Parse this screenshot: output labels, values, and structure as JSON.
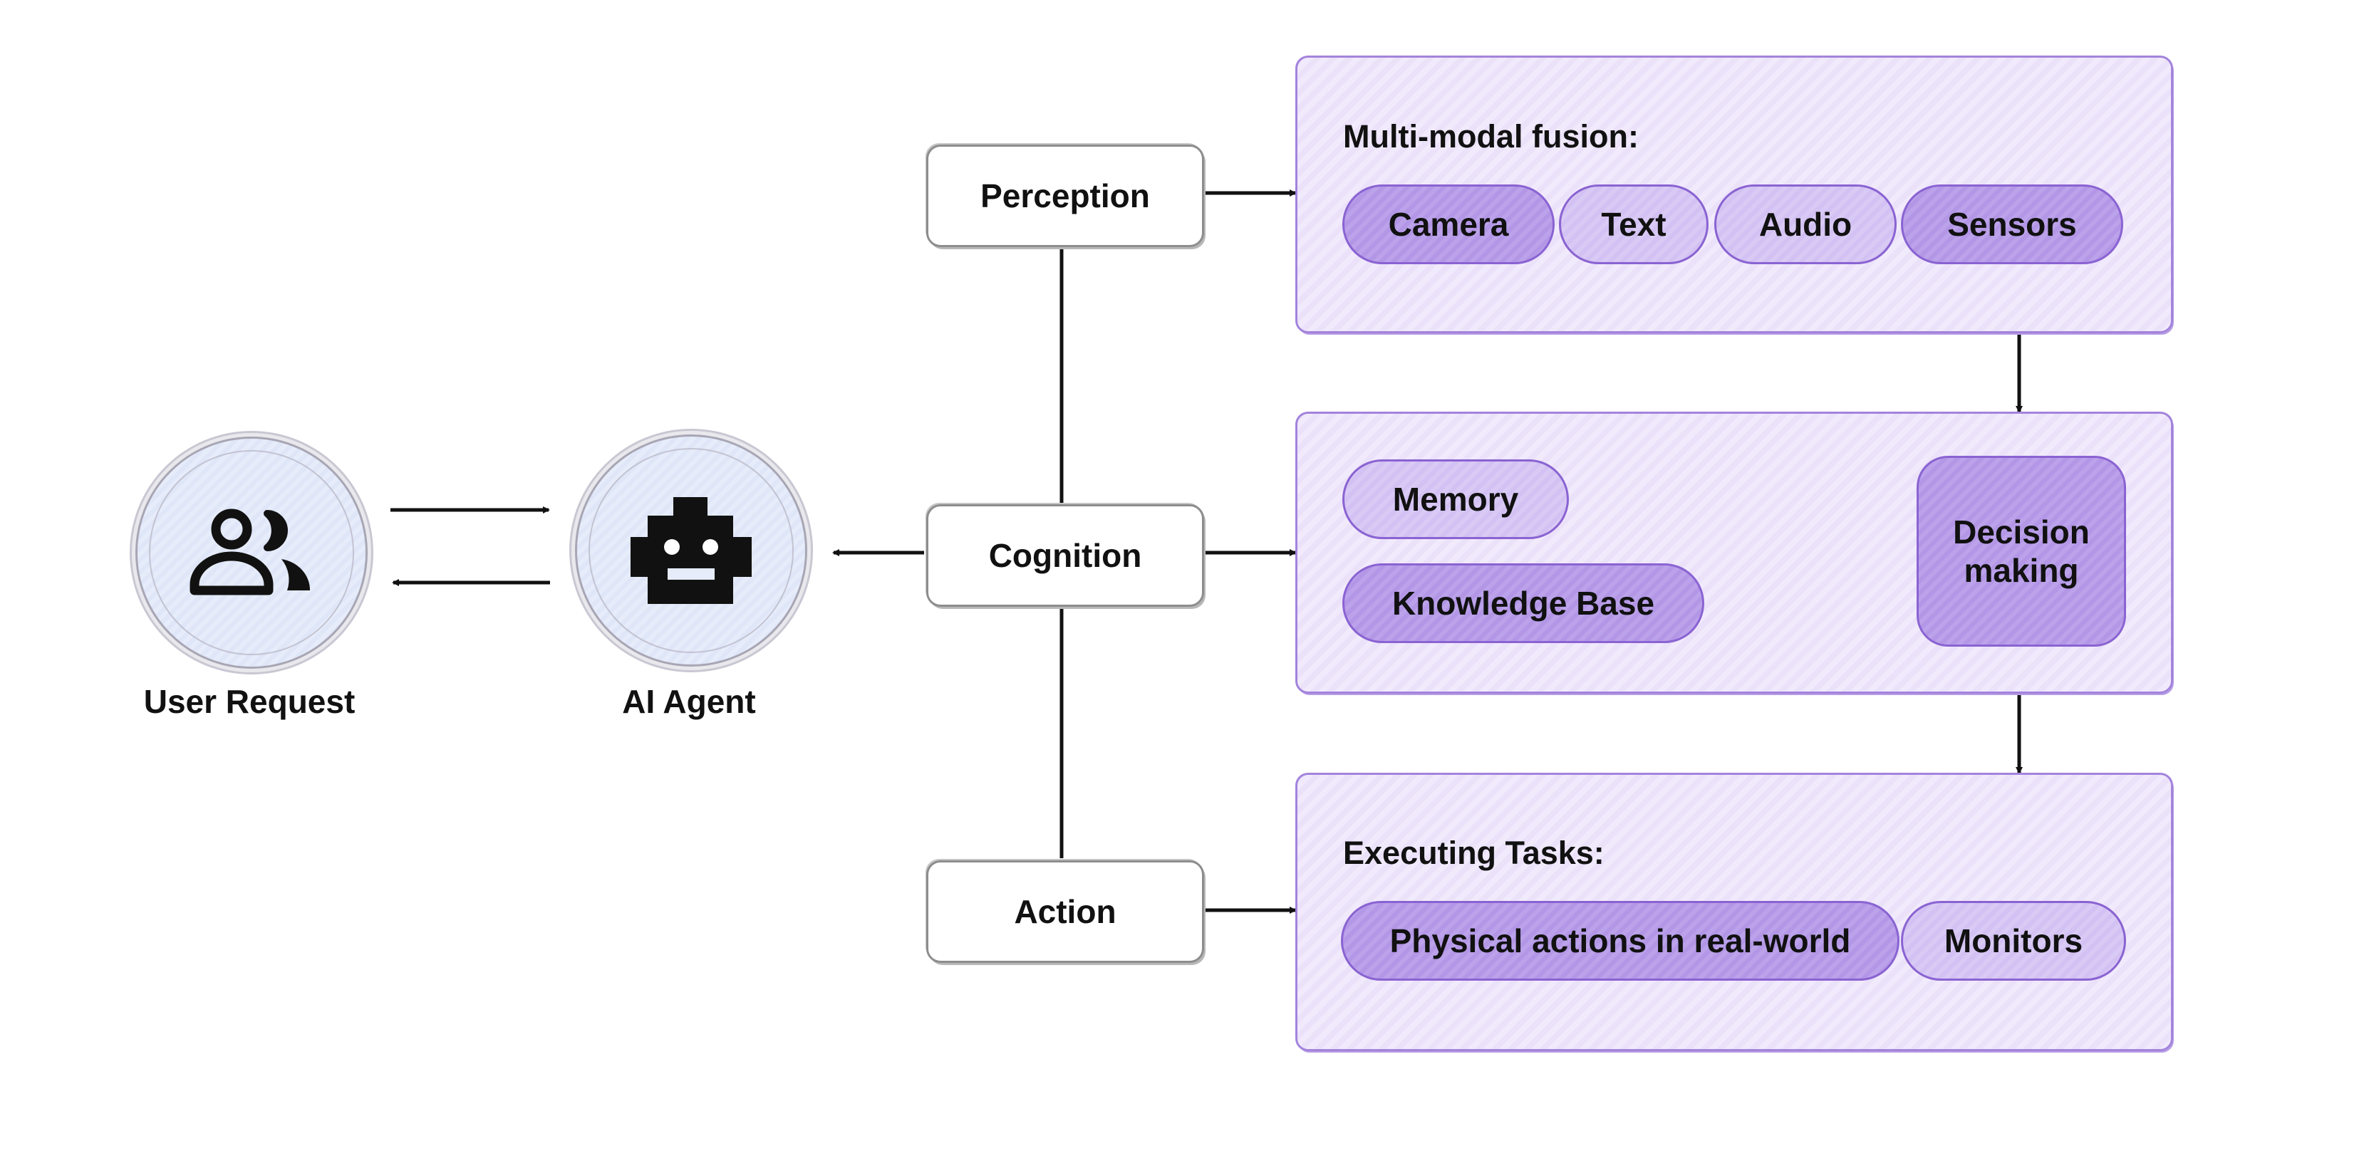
{
  "nodes": {
    "user": {
      "label": "User Request",
      "icon": "users-icon"
    },
    "agent": {
      "label": "AI Agent",
      "icon": "robot-icon"
    }
  },
  "stages": {
    "perception": "Perception",
    "cognition": "Cognition",
    "action": "Action"
  },
  "panels": {
    "perception": {
      "title": "Multi-modal fusion:",
      "items": [
        {
          "label": "Camera",
          "tone": "dark"
        },
        {
          "label": "Text",
          "tone": "light"
        },
        {
          "label": "Audio",
          "tone": "light"
        },
        {
          "label": "Sensors",
          "tone": "dark"
        }
      ]
    },
    "cognition": {
      "inputs": [
        {
          "label": "Memory",
          "tone": "light"
        },
        {
          "label": "Knowledge Base",
          "tone": "dark"
        }
      ],
      "decision": {
        "line1": "Decision",
        "line2": "making"
      }
    },
    "action": {
      "title": "Executing Tasks:",
      "items": [
        {
          "label": "Physical actions in real-world",
          "tone": "dark"
        },
        {
          "label": "Monitors",
          "tone": "light"
        }
      ]
    }
  },
  "colors": {
    "panel_border": "#a383dc",
    "pill_border": "#8a63d2",
    "pill_dark": "#b397e6",
    "pill_light": "#d2c1f2",
    "panel_fill": "#ece4fa",
    "circle_fill": "#e0e7f8"
  }
}
